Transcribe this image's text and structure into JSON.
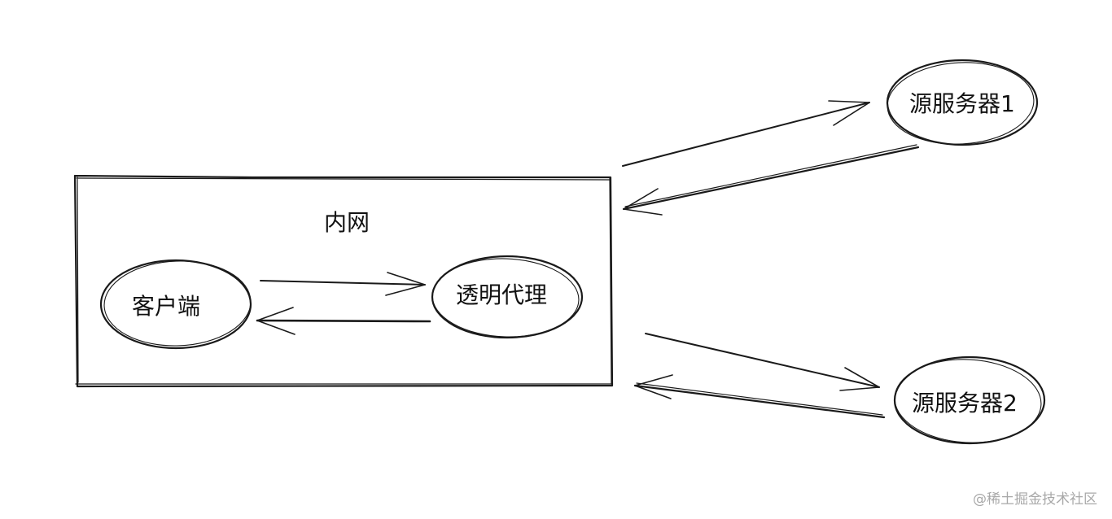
{
  "diagram": {
    "intranet_label": "内网",
    "client_label": "客户端",
    "proxy_label": "透明代理",
    "server1_label": "源服务器1",
    "server2_label": "源服务器2"
  },
  "watermark": "@稀土掘金技术社区"
}
